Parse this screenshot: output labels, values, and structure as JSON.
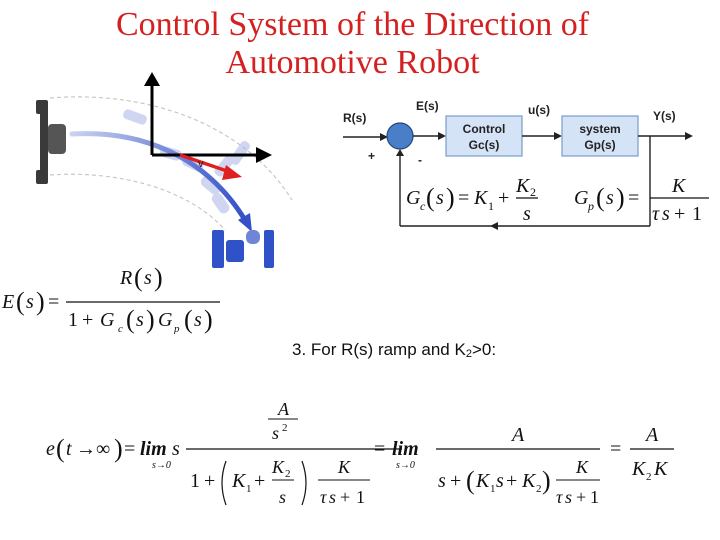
{
  "title": {
    "line1": "Control System of the Direction of",
    "line2": "Automotive Robot"
  },
  "robot_figure": {
    "velocity_label": "v"
  },
  "block_diagram": {
    "input_label": "R(s)",
    "error_label": "E(s)",
    "control_signal_label": "u(s)",
    "output_label": "Y(s)",
    "plus_sign": "+",
    "minus_sign": "-",
    "controller": {
      "line1": "Control",
      "line2": "Gc(s)"
    },
    "plant": {
      "line1": "system",
      "line2": "Gp(s)"
    },
    "Gc_formula": "Gc(s) = K1 + K2/s",
    "Gp_formula": "Gp(s) = K/(τs + 1)"
  },
  "error_formula": "E(s) = R(s) / (1 + Gc(s)Gp(s))",
  "case_statement": {
    "prefix": "3. For R(s) ramp and K",
    "sub": "2",
    "suffix": ">0:"
  },
  "final_value_formula": "e(t → ∞) = lim s→0 s · (A/s²) / (1 + (K1 + K2/s)·K/(τs+1)) = lim s→0 A / (s + (K1 s + K2)·K/(τs+1)) = A/(K2 K)"
}
